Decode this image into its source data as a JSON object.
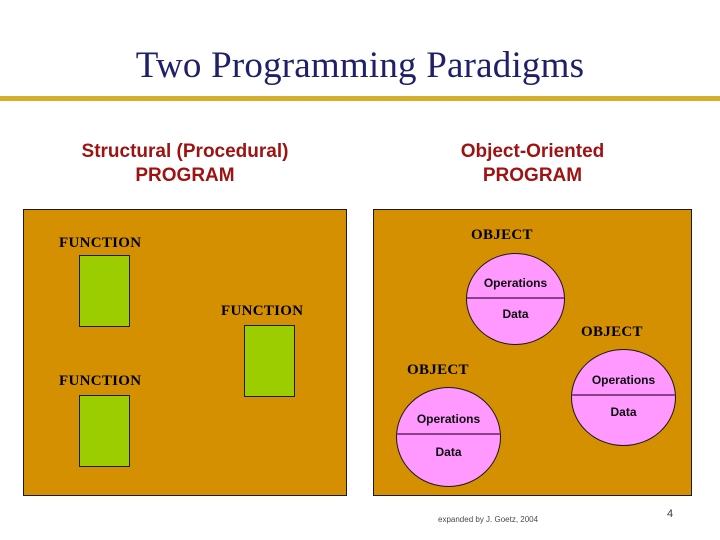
{
  "slide": {
    "title": "Two Programming Paradigms",
    "page_number": "4",
    "credit": "expanded by J. Goetz, 2004",
    "colors": {
      "title_text": "#1f2069",
      "rule": "#d4af2a",
      "heading_text": "#9e1212",
      "panel_background": "#d49000",
      "function_fill": "#9ccd00",
      "object_fill": "#ff99ff",
      "object_divider": "#8b3f8b",
      "outline": "#1a1a1a",
      "page_background": "#ffffff"
    }
  },
  "columns": {
    "left": {
      "heading_line1": "Structural (Procedural)",
      "heading_line2": "PROGRAM",
      "blocks": [
        {
          "label": "FUNCTION"
        },
        {
          "label": "FUNCTION"
        },
        {
          "label": "FUNCTION"
        }
      ]
    },
    "right": {
      "heading_line1": "Object-Oriented",
      "heading_line2": "PROGRAM",
      "blocks": [
        {
          "label": "OBJECT",
          "top_half": "Operations",
          "bottom_half": "Data"
        },
        {
          "label": "OBJECT",
          "top_half": "Operations",
          "bottom_half": "Data"
        },
        {
          "label": "OBJECT",
          "top_half": "Operations",
          "bottom_half": "Data"
        }
      ]
    }
  }
}
